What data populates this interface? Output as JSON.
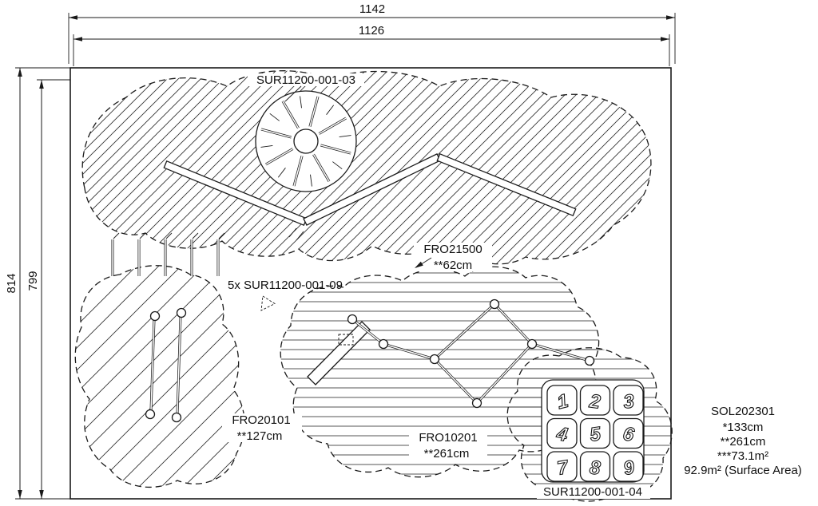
{
  "drawing": {
    "dims": {
      "top_outer": "1142",
      "top_inner": "1126",
      "left_outer": "814",
      "left_inner": "799"
    },
    "labels": {
      "carousel_part": "SUR11200-001-03",
      "posts_part": "5x SUR11200-001-09",
      "net_part": "FRO21500",
      "net_size": "**62cm",
      "slackline_part": "FRO20101",
      "slackline_size": "**127cm",
      "ropes_part": "FRO10201",
      "ropes_size": "**261cm",
      "keypad_part": "SUR11200-001-04"
    },
    "legend": {
      "product": "SOL202301",
      "note1": "*133cm",
      "note2": "**261cm",
      "note3": "***73.1m²",
      "note4": "92.9m² (Surface Area)"
    },
    "keypad_digits": [
      "1",
      "2",
      "3",
      "4",
      "5",
      "6",
      "7",
      "8",
      "9"
    ]
  }
}
